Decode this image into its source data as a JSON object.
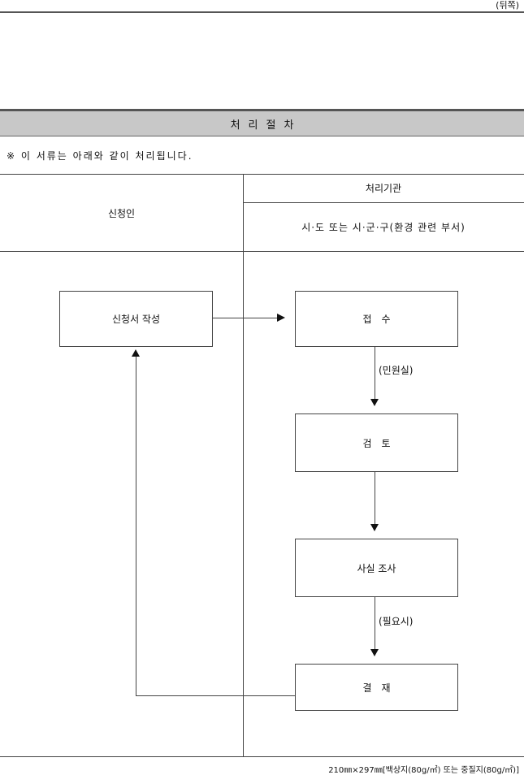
{
  "page_label": "(뒤쪽)",
  "section_title": "처리절차",
  "note": "※ 이 서류는 아래와 같이 처리됩니다.",
  "header": {
    "applicant": "신청인",
    "agency": "처리기관",
    "agency_detail": "시·도 또는 시·군·구(환경 관련 부서)"
  },
  "flow": {
    "apply": "신청서 작성",
    "receive": "접수",
    "receive_note": "(민원실)",
    "review": "검토",
    "investigate": "사실 조사",
    "investigate_note": "(필요시)",
    "approve": "결재"
  },
  "footer": "210㎜×297㎜[백상지(80g/㎡) 또는 중질지(80g/㎡)]"
}
